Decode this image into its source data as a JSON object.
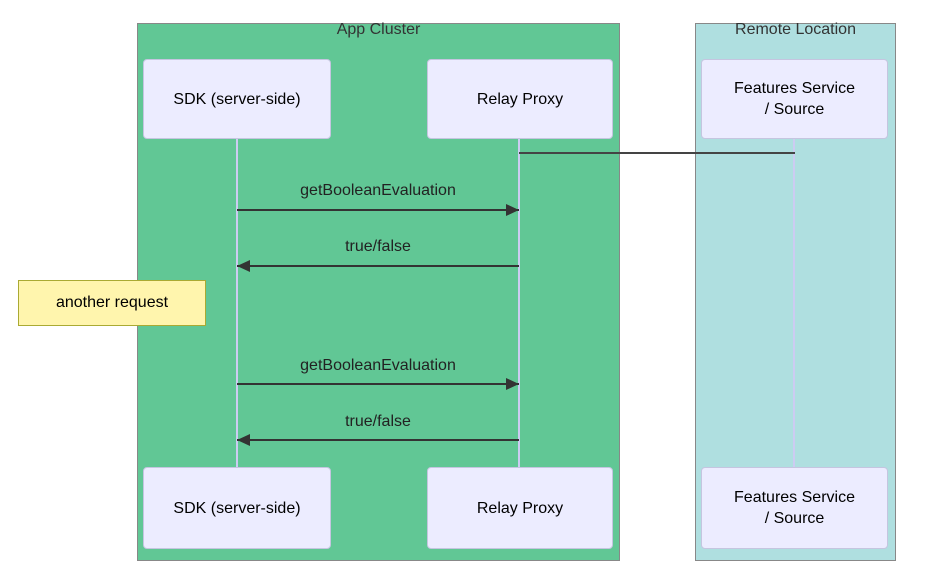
{
  "clusters": {
    "app": {
      "label": "App Cluster",
      "fill": "#61C795"
    },
    "remote": {
      "label": "Remote Location",
      "fill": "#AFDFE0"
    }
  },
  "actors": {
    "sdk": {
      "label": "SDK (server-side)"
    },
    "relay": {
      "label": "Relay Proxy"
    },
    "features": {
      "line1": "Features Service",
      "line2": "/ Source"
    }
  },
  "messages": [
    {
      "label": "getBooleanEvaluation",
      "direction": "right",
      "from": "SDK (server-side)",
      "to": "Relay Proxy"
    },
    {
      "label": "true/false",
      "direction": "left",
      "from": "Relay Proxy",
      "to": "SDK (server-side)"
    },
    {
      "label": "getBooleanEvaluation",
      "direction": "right",
      "from": "SDK (server-side)",
      "to": "Relay Proxy"
    },
    {
      "label": "true/false",
      "direction": "left",
      "from": "Relay Proxy",
      "to": "SDK (server-side)"
    }
  ],
  "note": {
    "label": "another request"
  },
  "connector": {
    "from": "Relay Proxy",
    "to": "Features Service / Source"
  },
  "colors": {
    "app_cluster_fill": "#61C795",
    "remote_location_fill": "#AFDFE0",
    "actor_fill": "#ECECFF",
    "actor_border": "#C5C5E0",
    "lifeline": "#CCCCF2",
    "note_fill": "#FFF5AD",
    "note_border": "#AAAA33",
    "message_line": "#333333",
    "cluster_border": "#888888",
    "text": "#333333"
  }
}
